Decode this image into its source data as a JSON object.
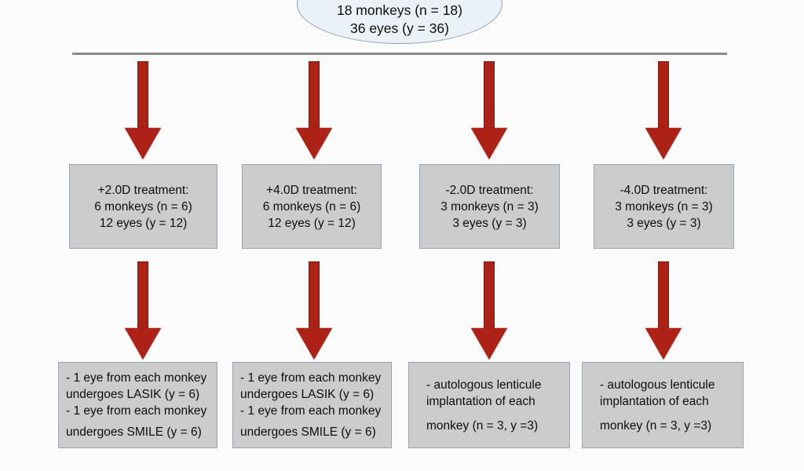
{
  "colors": {
    "background": "#fbfbfb",
    "arrow_fill": "#ad2116",
    "arrow_stroke": "#7d1a12",
    "box_fill": "#cccccc",
    "box_border": "#93a6b5",
    "ellipse_fill": "#eaf1f7",
    "ellipse_border": "#8ea4b4",
    "connector_line": "#8a8a8a",
    "text": "#0d0d0d"
  },
  "root": {
    "line1": "18 monkeys (n = 18)",
    "line2": "36 eyes (y = 36)"
  },
  "treatment_groups": [
    {
      "title": "+2.0D treatment:",
      "monkeys": "6 monkeys (n = 6)",
      "eyes": "12 eyes (y = 12)"
    },
    {
      "title": "+4.0D treatment:",
      "monkeys": "6 monkeys (n = 6)",
      "eyes": "12 eyes (y = 12)"
    },
    {
      "title": "-2.0D treatment:",
      "monkeys": "3 monkeys (n = 3)",
      "eyes": "3 eyes (y = 3)"
    },
    {
      "title": "-4.0D treatment:",
      "monkeys": "3 monkeys (n = 3)",
      "eyes": "3 eyes (y = 3)"
    }
  ],
  "procedures": [
    {
      "line1": "- 1 eye from each monkey",
      "line2": "undergoes LASIK (y = 6)",
      "line3": "- 1 eye from each monkey",
      "line4": "undergoes SMILE (y = 6)"
    },
    {
      "line1": "- 1 eye from each monkey",
      "line2": "undergoes LASIK (y = 6)",
      "line3": "- 1 eye from each monkey",
      "line4": "undergoes SMILE (y = 6)"
    },
    {
      "line1": "- autologous lenticule",
      "line2": "implantation of each",
      "line3": "monkey (n = 3, y =3)"
    },
    {
      "line1": "- autologous lenticule",
      "line2": "implantation of each",
      "line3": "monkey (n = 3, y =3)"
    }
  ]
}
